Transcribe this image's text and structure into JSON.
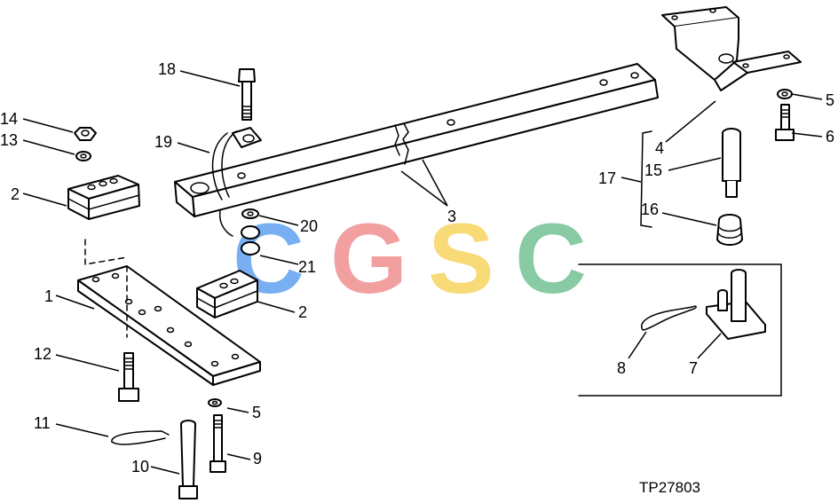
{
  "figure_code": "TP27803",
  "callouts": {
    "c1": "1",
    "c2a": "2",
    "c2b": "2",
    "c3": "3",
    "c4": "4",
    "c5a": "5",
    "c5b": "5",
    "c6": "6",
    "c7": "7",
    "c8": "8",
    "c9": "9",
    "c10": "10",
    "c11": "11",
    "c12": "12",
    "c13": "13",
    "c14": "14",
    "c15": "15",
    "c16": "16",
    "c17": "17",
    "c18": "18",
    "c19": "19",
    "c20": "20",
    "c21": "21"
  },
  "watermark": {
    "letters": [
      "C",
      "G",
      "S",
      "C"
    ],
    "colors": [
      "#5b9df0",
      "#f08a8a",
      "#f7d35a",
      "#6fbf8f"
    ]
  }
}
